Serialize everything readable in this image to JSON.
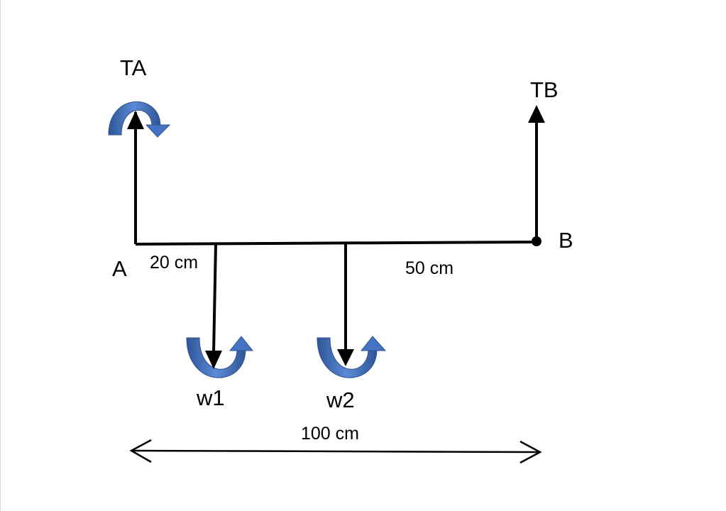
{
  "labels": {
    "ta": "TA",
    "tb": "TB",
    "a": "A",
    "b": "B",
    "w1": "w1",
    "w2": "w2",
    "dim_20": "20 cm",
    "dim_50": "50 cm",
    "dim_100": "100 cm"
  },
  "colors": {
    "line": "#000000",
    "curved_arrow_fill": "#4472c4",
    "curved_arrow_edge": "#2f528f"
  }
}
